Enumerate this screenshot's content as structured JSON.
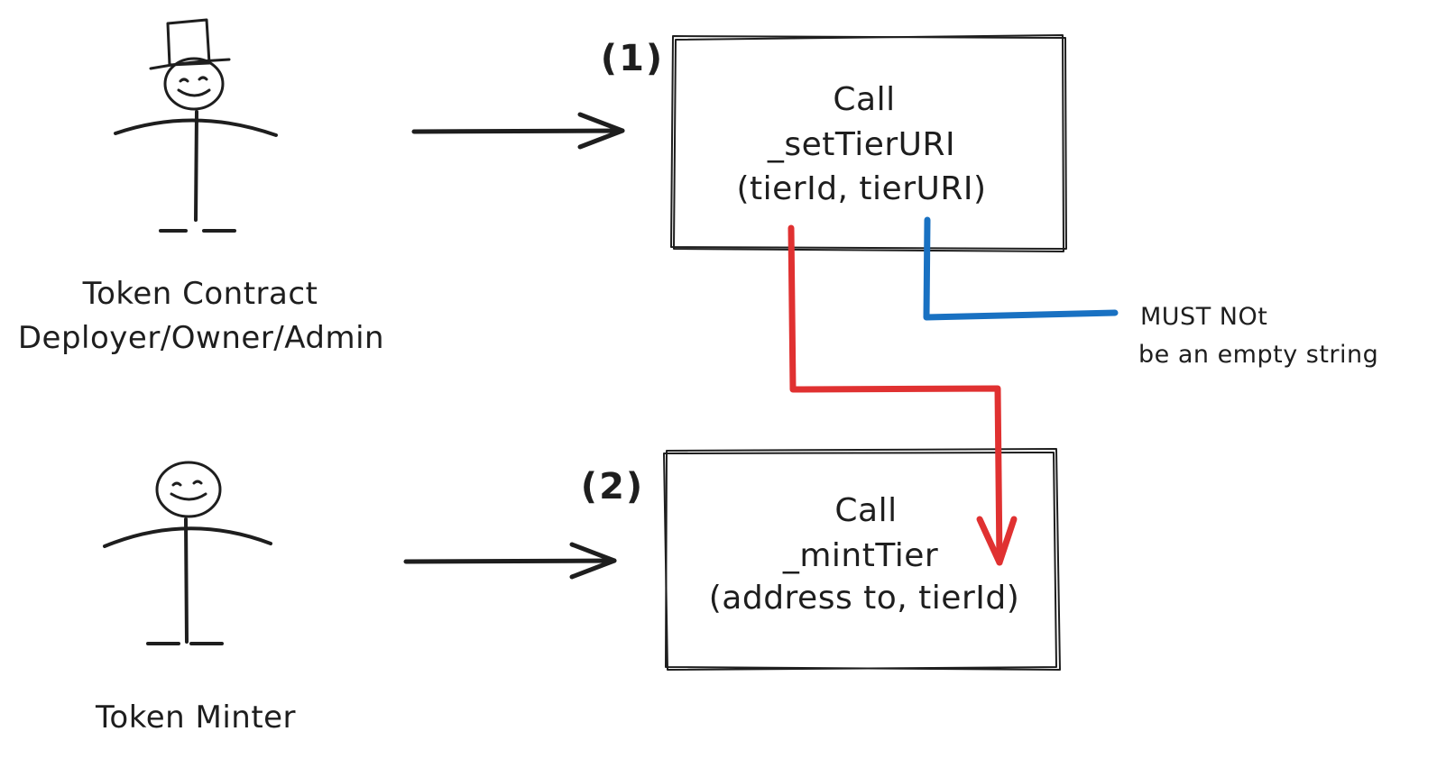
{
  "actors": {
    "owner": {
      "label_line1": "Token Contract",
      "label_line2": "Deployer/Owner/Admin",
      "icon": "stick-figure-top-hat-icon"
    },
    "minter": {
      "label": "Token Minter",
      "icon": "stick-figure-icon"
    }
  },
  "steps": [
    {
      "number": "(1)",
      "line1": "Call",
      "line2": "_setTierURI",
      "line3": "(tierId, tierURI)"
    },
    {
      "number": "(2)",
      "line1": "Call",
      "line2": "_mintTier",
      "line3": "(address to, tierId)"
    }
  ],
  "constraint_note": {
    "line1": "MUST NOt",
    "line2": "be an empty string"
  },
  "colors": {
    "ink": "#1e1e1e",
    "red_connector": "#e03131",
    "blue_connector": "#1971c2"
  }
}
